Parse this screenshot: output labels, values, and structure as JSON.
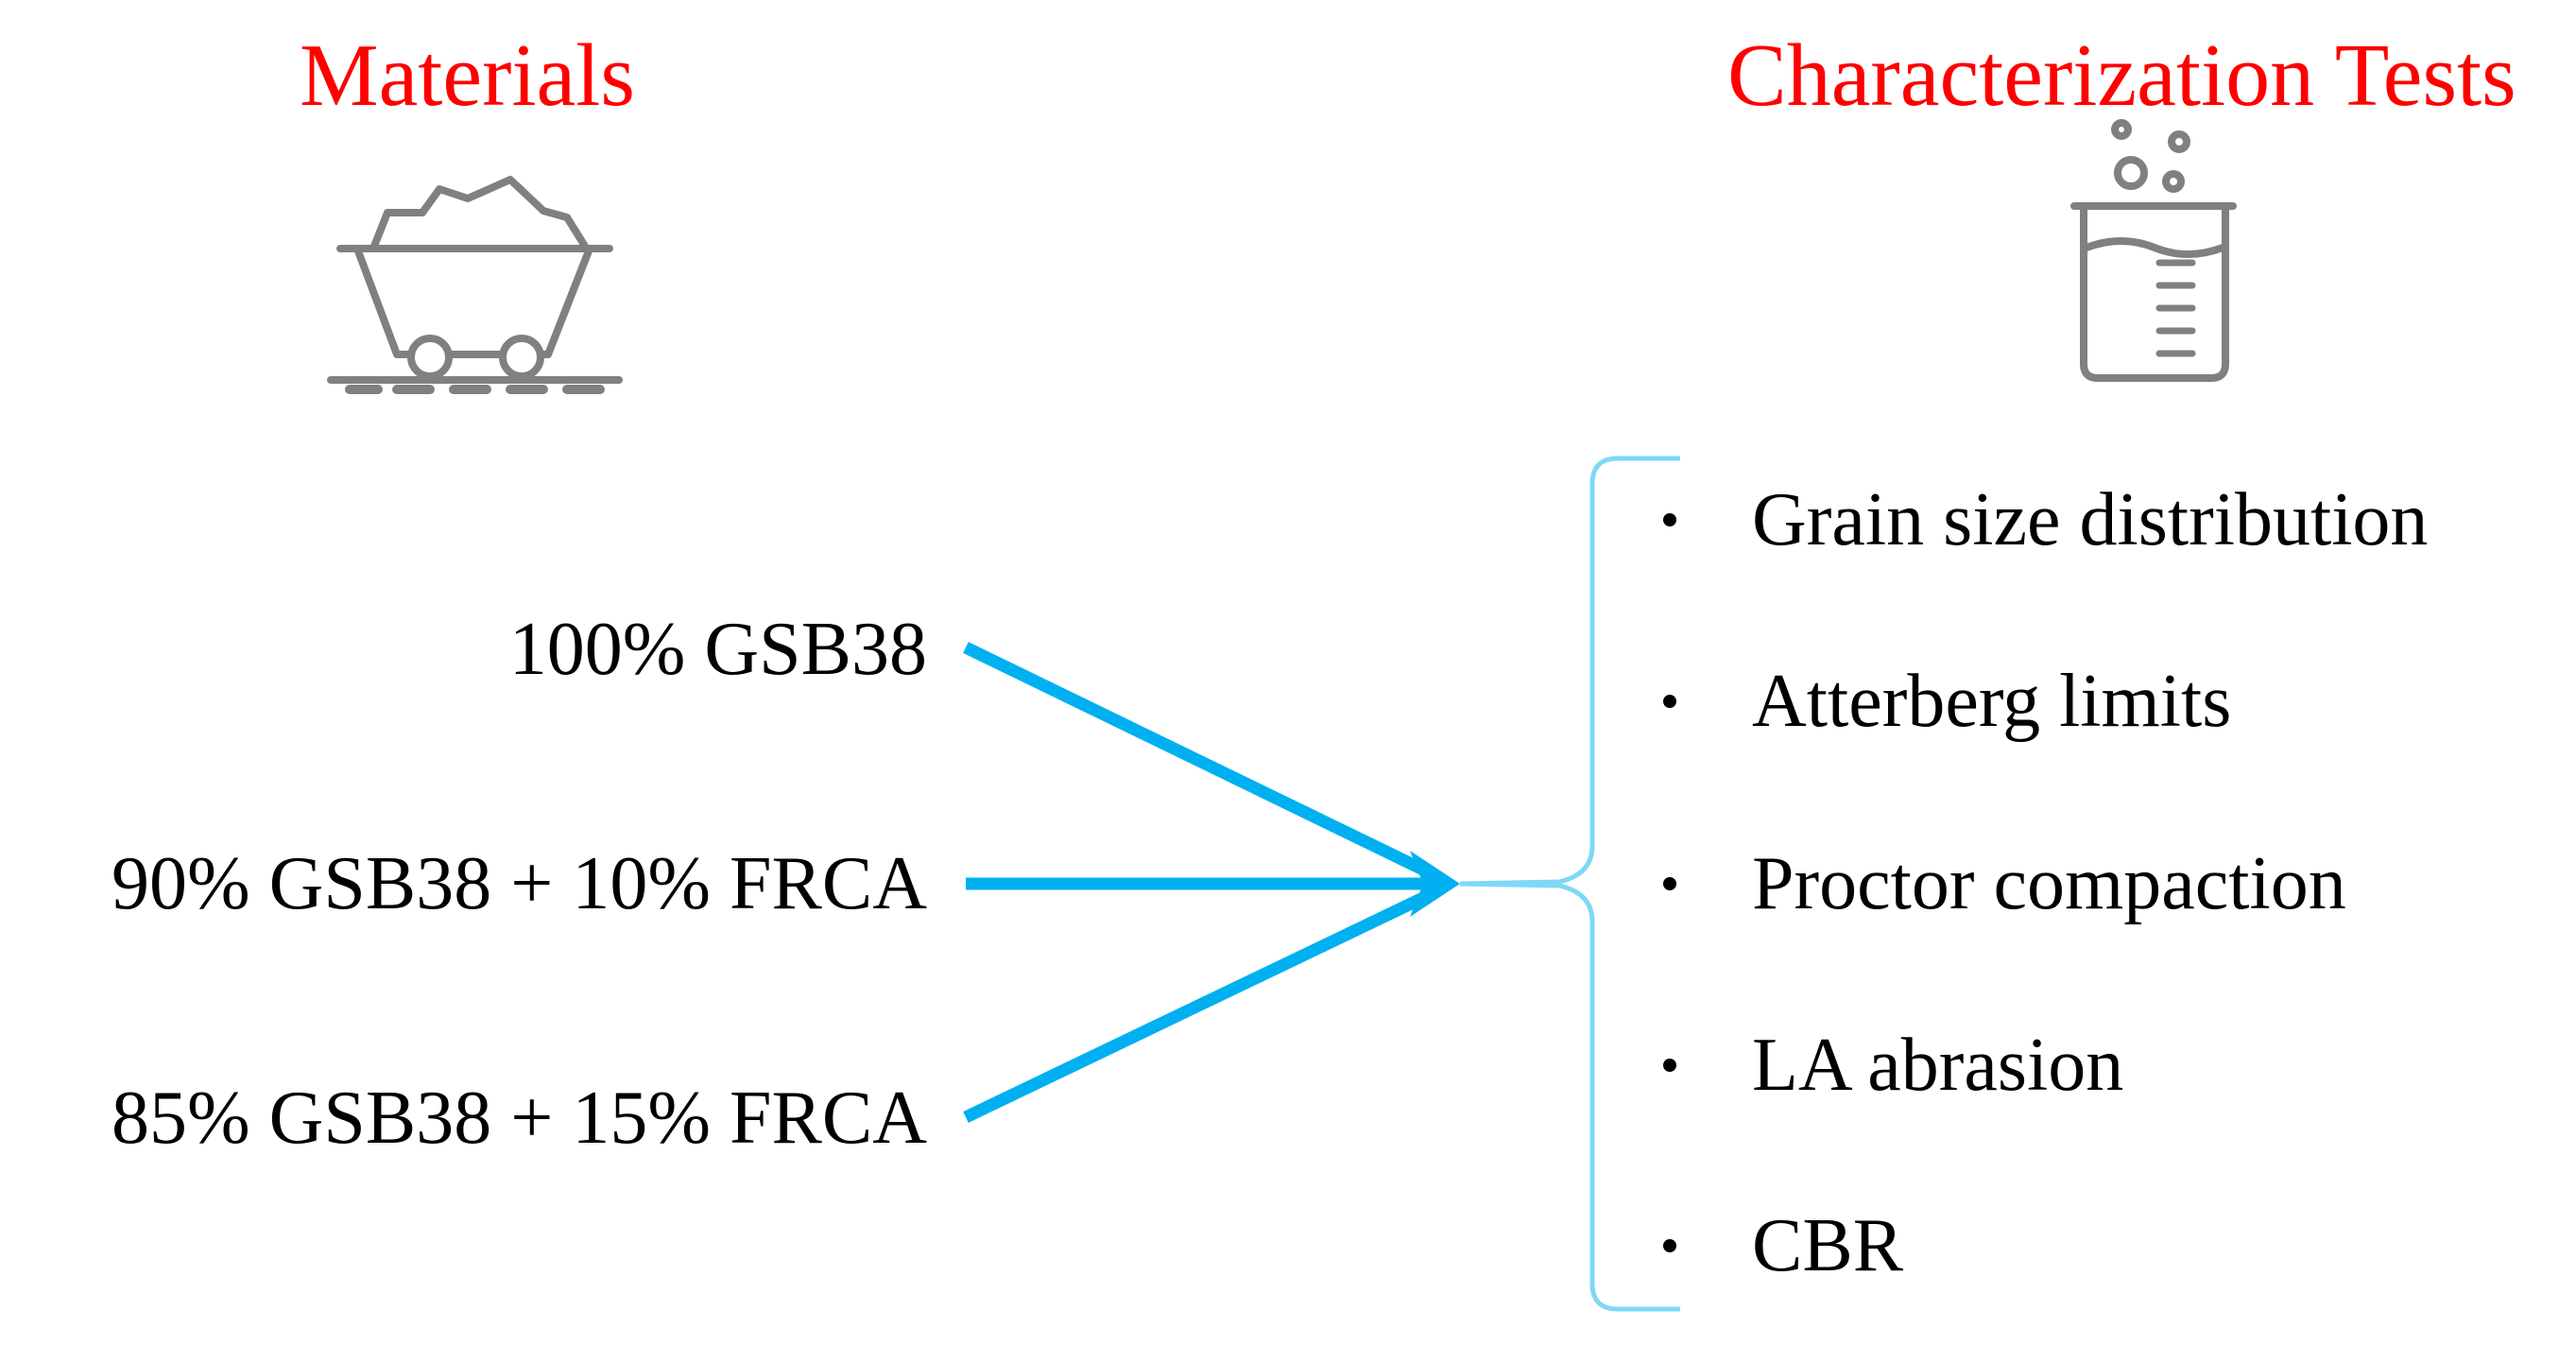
{
  "headings": {
    "materials": "Materials",
    "tests": "Characterization Tests"
  },
  "icons": {
    "materials": "mine-cart-icon",
    "tests": "beaker-icon"
  },
  "materials": [
    "100% GSB38",
    "90% GSB38 + 10% FRCA",
    "85% GSB38 + 15% FRCA"
  ],
  "tests": [
    "Grain size distribution",
    "Atterberg limits",
    "Proctor compaction",
    "LA abrasion",
    "CBR"
  ],
  "colors": {
    "heading": "#ff0000",
    "arrow": "#00b0f0",
    "brace": "#7fd8f5",
    "icon": "#808080",
    "text": "#000000"
  }
}
